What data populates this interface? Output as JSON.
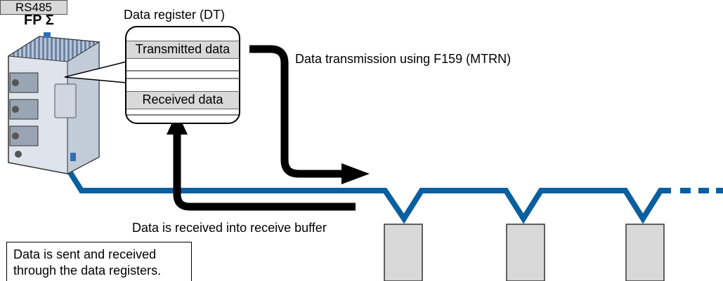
{
  "plc": {
    "name": "FP Σ"
  },
  "register": {
    "title": "Data register (DT)",
    "transmitted_label": "Transmitted data",
    "received_label": "Received data"
  },
  "transmission_label": "Data transmission using F159 (MTRN)",
  "reception_label": "Data is received into receive buffer",
  "bus_label": "RS485",
  "note": {
    "line1": "Data is sent and received",
    "line2": "through the data registers."
  },
  "colors": {
    "bus": "#0a5fa0",
    "arrow": "#000000",
    "device": "#d9d9d9"
  }
}
